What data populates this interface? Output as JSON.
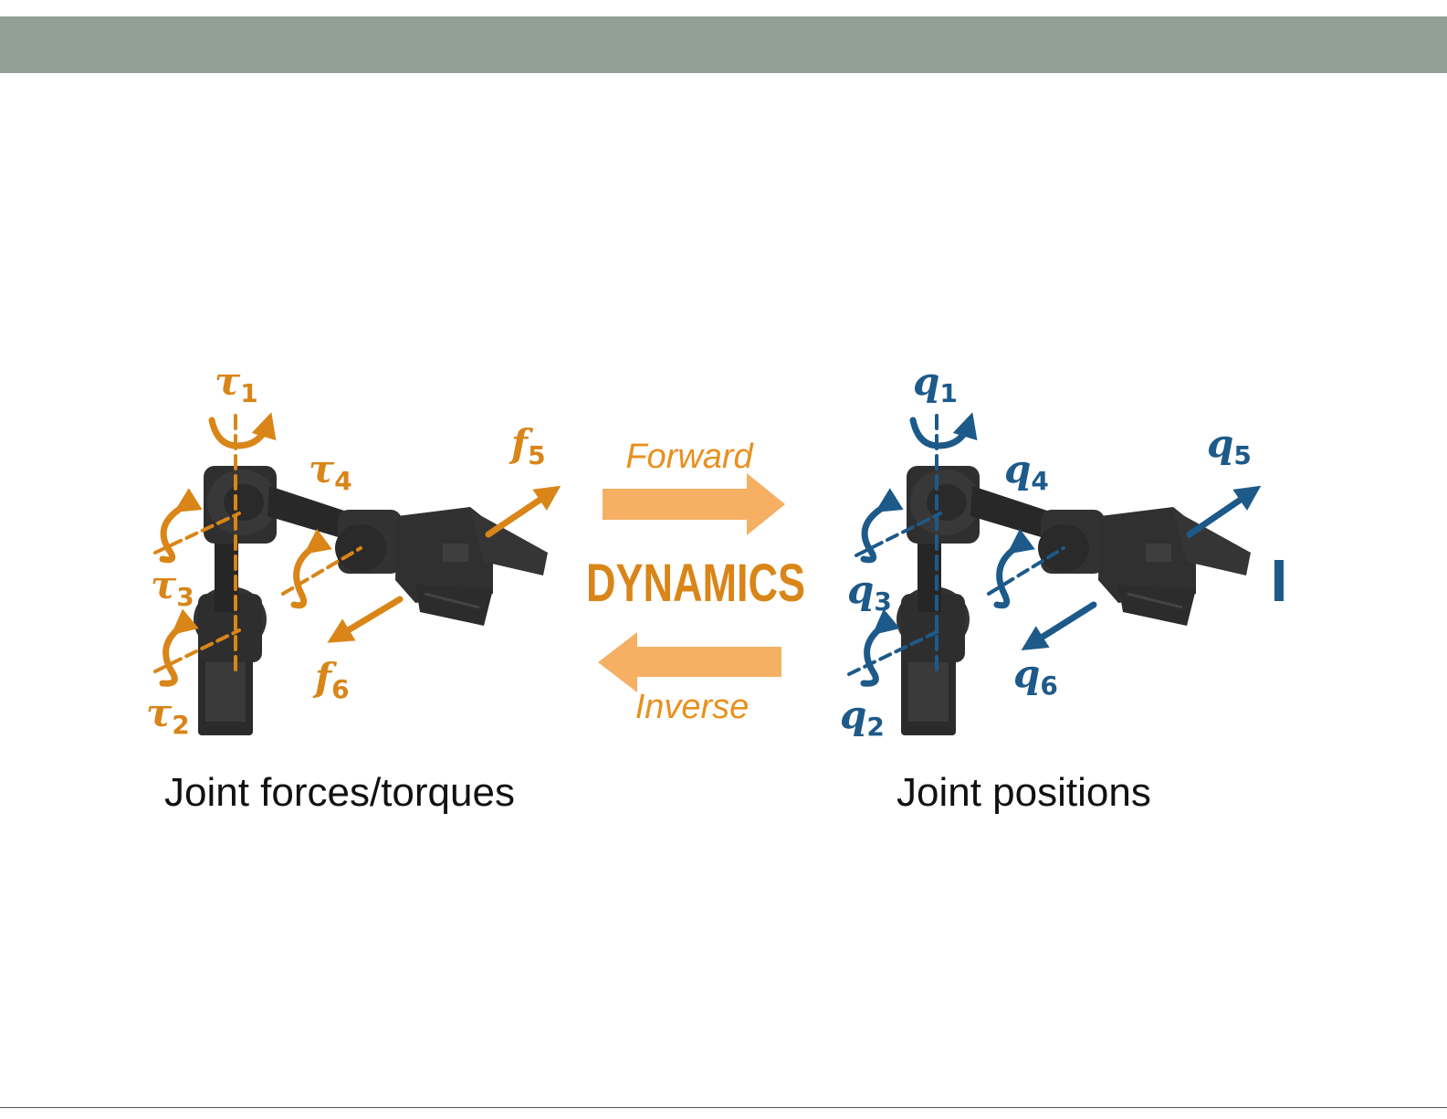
{
  "colors": {
    "header": "#92a096",
    "force": "#d98518",
    "position": "#1d5a8a",
    "arrow": "#f5b063",
    "robot": "#2b2b2b"
  },
  "diagram": {
    "center_label": "DYNAMICS",
    "forward_label": "Forward",
    "inverse_label": "Inverse",
    "left_caption": "Joint forces/torques",
    "right_caption": "Joint positions",
    "left_symbols": [
      {
        "base": "τ",
        "sub": "1"
      },
      {
        "base": "τ",
        "sub": "2"
      },
      {
        "base": "τ",
        "sub": "3"
      },
      {
        "base": "τ",
        "sub": "4"
      },
      {
        "base": "f",
        "sub": "5"
      },
      {
        "base": "f",
        "sub": "6"
      }
    ],
    "right_symbols": [
      {
        "base": "q",
        "sub": "1"
      },
      {
        "base": "q",
        "sub": "2"
      },
      {
        "base": "q",
        "sub": "3"
      },
      {
        "base": "q",
        "sub": "4"
      },
      {
        "base": "q",
        "sub": "5"
      },
      {
        "base": "q",
        "sub": "6"
      }
    ]
  }
}
